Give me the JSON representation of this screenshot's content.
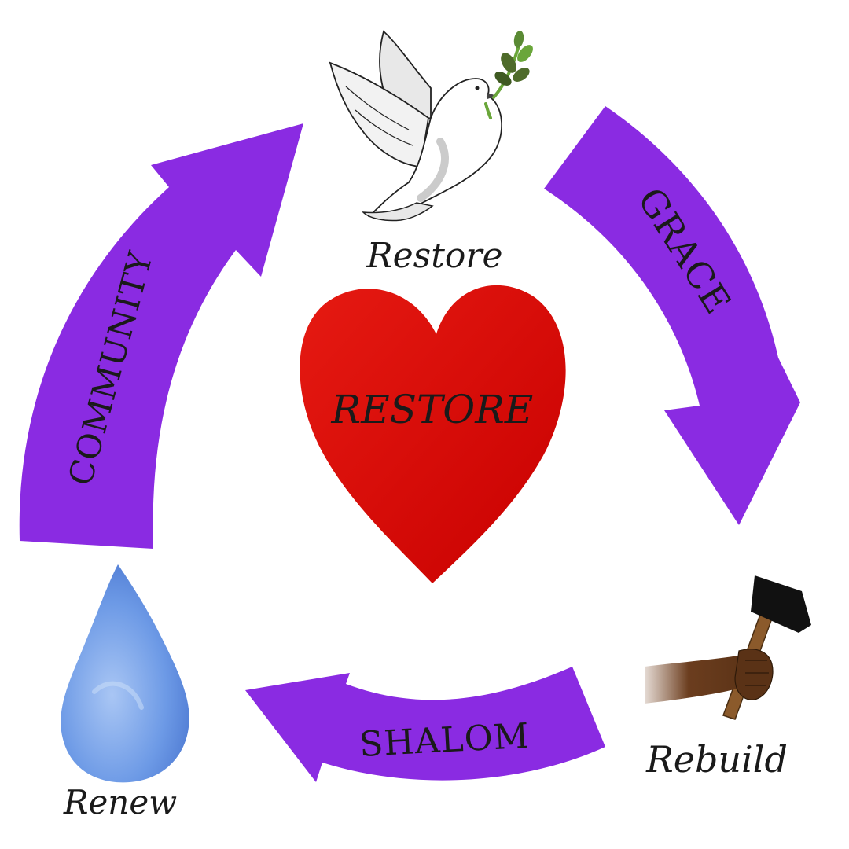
{
  "center": {
    "label": "RESTORE",
    "color": "#d40000"
  },
  "nodes": {
    "top": {
      "label": "Restore",
      "icon": "dove-with-olive-branch-icon"
    },
    "right": {
      "label": "Rebuild",
      "icon": "hand-holding-hammer-icon"
    },
    "left": {
      "label": "Renew",
      "icon": "water-drop-icon"
    }
  },
  "arrows": {
    "grace": {
      "label": "GRACE"
    },
    "shalom": {
      "label": "SHALOM"
    },
    "community": {
      "label": "COMMUNITY"
    }
  },
  "colors": {
    "arrow": "#8a2be2",
    "text": "#1a1a1a",
    "drop": "#6d9ae6",
    "leaf": "#4e6b2a"
  }
}
